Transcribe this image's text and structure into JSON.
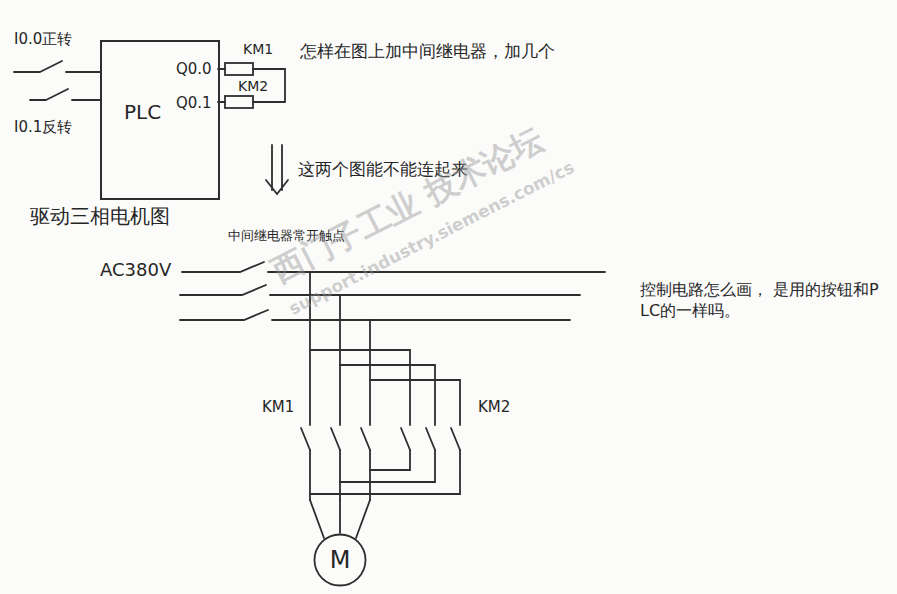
{
  "diagram": {
    "nodes": [
      {
        "text": [
          "PLC",
          "Q0.0",
          "Q0.1"
        ]
      },
      {
        "text": [
          "M"
        ]
      }
    ],
    "labels": [
      "I0.0正转",
      "I0.1反转",
      "KM1",
      "KM2",
      "怎样在图上加中间继电器，加几个",
      "这两个图能不能连起来",
      "驱动三相电机图",
      "中间继电器常开触点",
      "AC380V",
      "KM1",
      "KM2",
      "控制电路怎么画， 是用的按钮和PLC的一样吗。",
      "西门子工业 技术论坛",
      "support.industry.siemens.com/cs"
    ]
  }
}
